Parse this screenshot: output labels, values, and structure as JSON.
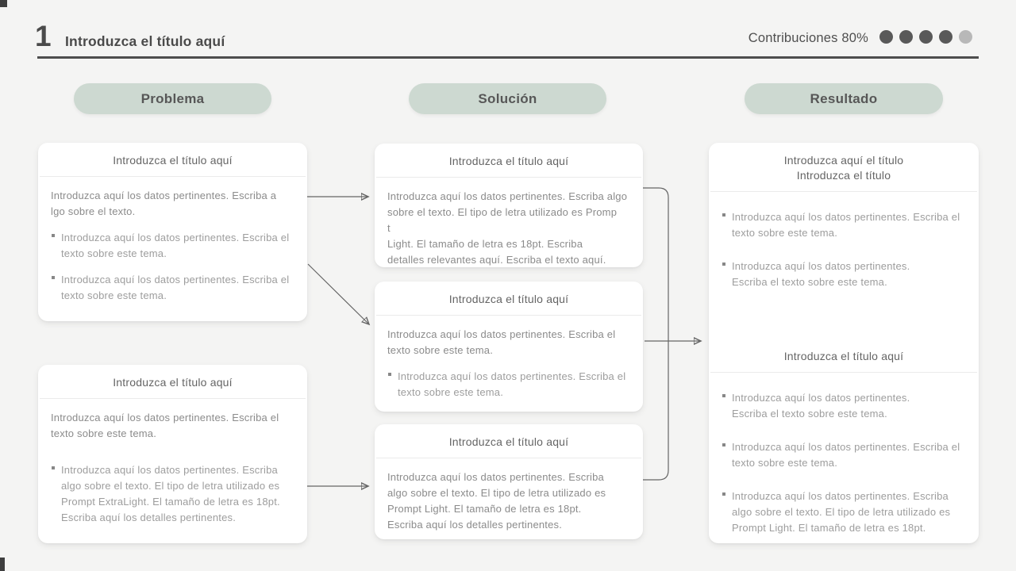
{
  "header": {
    "slide_number": "1",
    "title": "Introduzca el título aquí",
    "contributions_label": "Contribuciones 80%",
    "dots": [
      true,
      true,
      true,
      true,
      false
    ]
  },
  "columns": {
    "problema": "Problema",
    "solucion": "Solución",
    "resultado": "Resultado"
  },
  "cards": {
    "left1": {
      "title": "Introduzca el título aquí",
      "body": "Introduzca aquí los datos pertinentes. Escriba a\nlgo sobre el texto.",
      "bullets": [
        "Introduzca aquí los datos pertinentes. Escriba el\ntexto sobre este tema.",
        "Introduzca aquí los datos pertinentes. Escriba el\ntexto sobre este tema."
      ]
    },
    "left2": {
      "title": "Introduzca el título aquí",
      "body": "Introduzca aquí los datos pertinentes. Escriba el\ntexto sobre este tema.",
      "bullets": [
        "Introduzca aquí los datos pertinentes. Escriba\nalgo sobre el texto. El tipo de letra utilizado es\nPrompt ExtraLight. El tamaño de letra es 18pt.\nEscriba aquí los detalles pertinentes."
      ]
    },
    "mid1": {
      "title": "Introduzca el título aquí",
      "body": "Introduzca aquí los datos pertinentes. Escriba algo\nsobre el texto. El tipo de letra utilizado es Promp\nt\nLight. El tamaño de letra es 18pt. Escriba\ndetalles relevantes aquí. Escriba el texto aquí."
    },
    "mid2": {
      "title": "Introduzca el título aquí",
      "body": "Introduzca aquí los datos pertinentes. Escriba el\ntexto sobre este tema.",
      "bullets": [
        "Introduzca aquí los datos pertinentes. Escriba el\ntexto sobre este tema."
      ]
    },
    "mid3": {
      "title": "Introduzca el título aquí",
      "body": "Introduzca aquí los datos pertinentes. Escriba\nalgo sobre el texto. El tipo de letra utilizado es\nPrompt Light. El tamaño de letra es 18pt.\nEscriba aquí los detalles pertinentes."
    },
    "right": {
      "section1": {
        "title": "Introduzca aquí el título\nIntroduzca el título",
        "bullets": [
          "Introduzca aquí los datos pertinentes. Escriba el\ntexto sobre este tema.",
          "Introduzca aquí los datos pertinentes.\nEscriba el texto sobre este tema."
        ]
      },
      "section2": {
        "title": "Introduzca el título aquí",
        "bullets": [
          "Introduzca aquí los datos pertinentes.\nEscriba el texto sobre este tema.",
          "Introduzca aquí los datos pertinentes. Escriba el\ntexto sobre este tema.",
          "Introduzca aquí los datos pertinentes. Escriba\nalgo sobre el texto. El tipo de letra utilizado es\nPrompt Light. El tamaño de letra es 18pt."
        ]
      }
    }
  },
  "colors": {
    "background": "#f4f4f3",
    "pill": "#cdd9d1",
    "header_text": "#4a4a4a",
    "card_title": "#656565",
    "body_text": "#8b8b8b",
    "bullet_text": "#9d9d9d",
    "dot_filled": "#595959",
    "dot_empty": "#b8b8b8",
    "connector": "#666666"
  }
}
